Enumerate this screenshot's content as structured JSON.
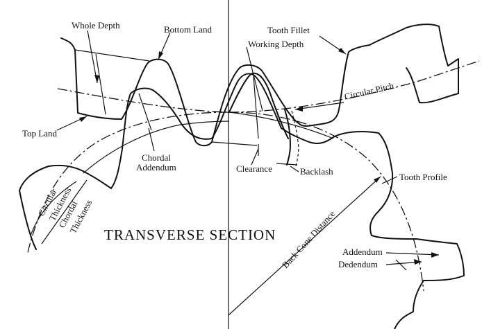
{
  "title": "TRANSVERSE SECTION",
  "labels": {
    "whole_depth": "Whole Depth",
    "bottom_land": "Bottom Land",
    "tooth_fillet": "Tooth Fillet",
    "working_depth": "Working Depth",
    "top_land": "Top Land",
    "circular_pitch": "Circular Pitch",
    "chordal": "Chordal",
    "addendum": "Addendum",
    "clearance": "Clearance",
    "backlash": "Backlash",
    "tooth_profile": "Tooth Profile",
    "circular": "Circular",
    "thickness": "Thickness",
    "back_cone_distance": "Back Cone Distance",
    "dedendum": "Dedendum"
  }
}
